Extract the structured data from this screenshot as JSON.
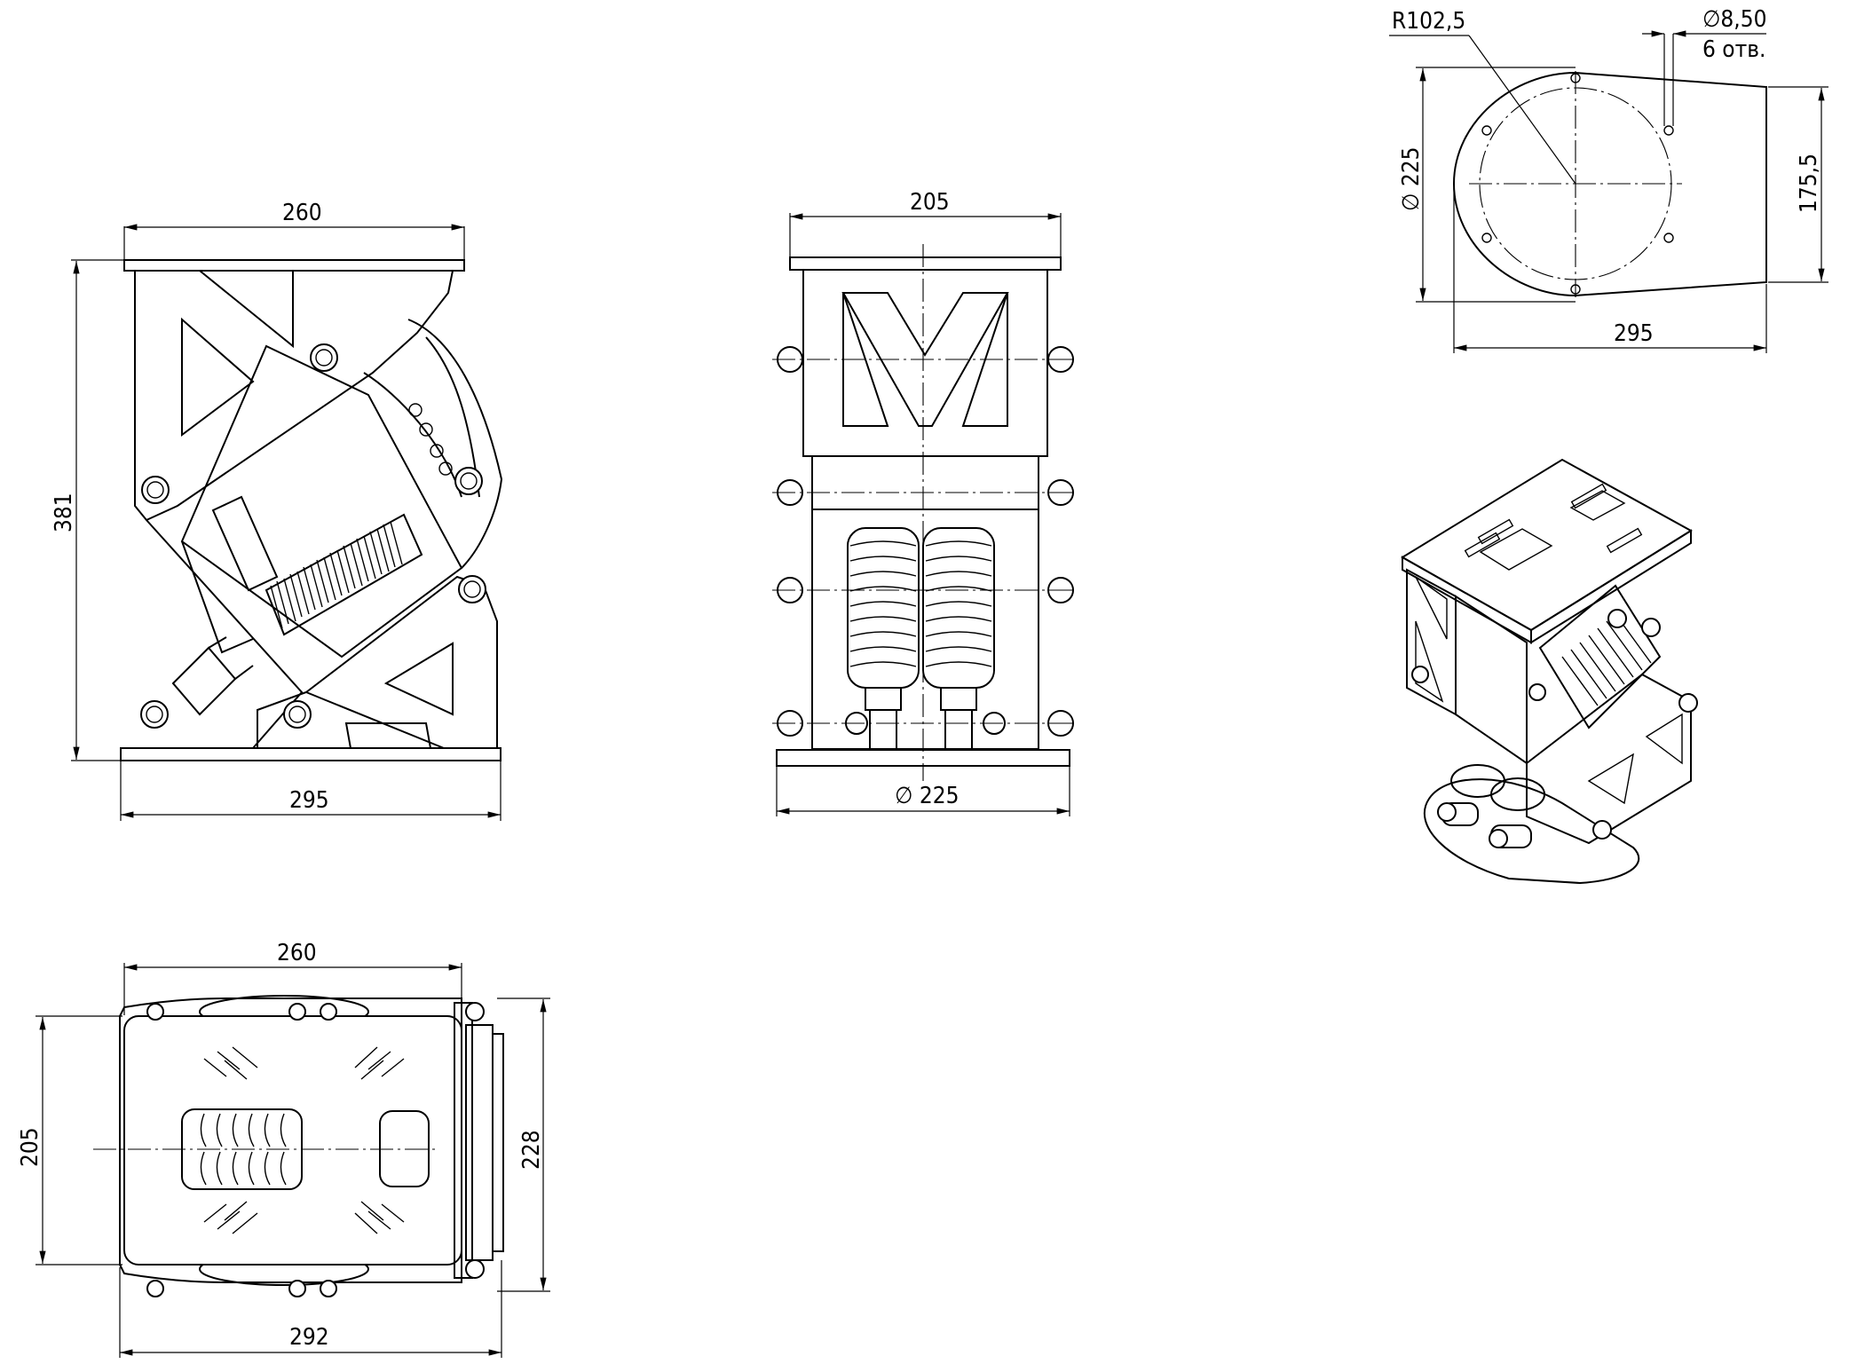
{
  "views": {
    "side": {
      "width_top": "260",
      "height": "381",
      "width_base": "295"
    },
    "front": {
      "width_top": "205",
      "base_diameter": "225"
    },
    "top": {
      "width": "260",
      "depth": "205",
      "depth_overall": "228",
      "length_overall": "292"
    },
    "base_plate": {
      "radius": "R102,5",
      "hole_diameter": "8,50",
      "hole_count": "6 отв.",
      "diameter": "225",
      "width": "175,5",
      "length": "295"
    }
  },
  "symbols": {
    "diameter": "∅"
  }
}
